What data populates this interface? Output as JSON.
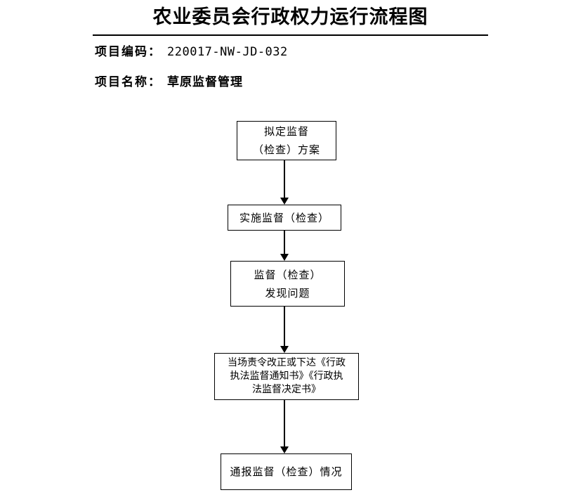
{
  "document": {
    "title": "农业委员会行政权力运行流程图",
    "meta": [
      {
        "label": "项目编码：",
        "value": "220017-NW-JD-032",
        "value_style": "mono"
      },
      {
        "label": "项目名称：",
        "value": "草原监督管理",
        "value_style": "cjk"
      }
    ]
  },
  "flowchart": {
    "type": "flowchart",
    "orientation": "vertical",
    "nodes": [
      {
        "id": "node-1",
        "shape": "rectangle",
        "lines": [
          "拟定监督",
          "（检查）方案"
        ],
        "text": "拟定监督（检查）方案"
      },
      {
        "id": "node-2",
        "shape": "rectangle",
        "lines": [
          "实施监督（检查）"
        ],
        "text": "实施监督（检查）"
      },
      {
        "id": "node-3",
        "shape": "rectangle",
        "lines": [
          "监督（检查）",
          "发现问题"
        ],
        "text": "监督（检查）发现问题"
      },
      {
        "id": "node-4",
        "shape": "rectangle",
        "lines": [
          "当场责令改正或下达《行政",
          "执法监督通知书》《行政执",
          "法监督决定书》"
        ],
        "text": "当场责令改正或下达《行政执法监督通知书》《行政执法监督决定书》"
      },
      {
        "id": "node-5",
        "shape": "rectangle",
        "lines": [
          "通报监督（检查）情况"
        ],
        "text": "通报监督（检查）情况"
      }
    ],
    "edges": [
      {
        "id": "conn-1-2",
        "from": "node-1",
        "to": "node-2",
        "style": "arrow-down",
        "label": ""
      },
      {
        "id": "conn-2-3",
        "from": "node-2",
        "to": "node-3",
        "style": "arrow-down",
        "label": ""
      },
      {
        "id": "conn-3-4",
        "from": "node-3",
        "to": "node-4",
        "style": "arrow-down",
        "label": ""
      },
      {
        "id": "conn-4-5",
        "from": "node-4",
        "to": "node-5",
        "style": "arrow-down",
        "label": ""
      }
    ]
  },
  "colors": {
    "background": "#ffffff",
    "ink": "#000000",
    "node_border": "#000000",
    "node_fill": "#ffffff"
  }
}
